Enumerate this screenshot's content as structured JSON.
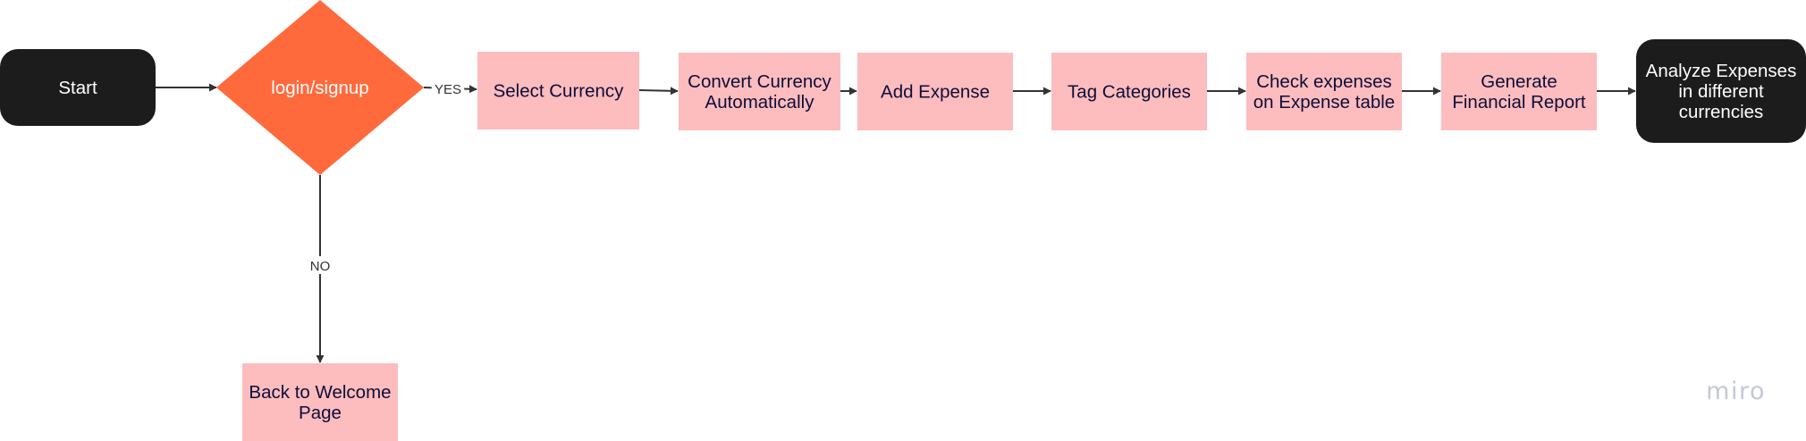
{
  "colors": {
    "terminal_fill": "#1c1c1c",
    "terminal_text": "#ffffff",
    "decision_fill": "#ff6a3d",
    "decision_text": "#ffffff",
    "process_fill": "#fdbcbd",
    "process_text": "#0d0d3a",
    "edge": "#333333",
    "watermark": "#c5c8d6"
  },
  "nodes": {
    "start": {
      "lines": [
        "Start"
      ],
      "shape": "terminal"
    },
    "login": {
      "lines": [
        "login/signup"
      ],
      "shape": "decision"
    },
    "select_currency": {
      "lines": [
        "Select Currency"
      ],
      "shape": "process"
    },
    "convert_currency": {
      "lines": [
        "Convert Currency",
        "Automatically"
      ],
      "shape": "process"
    },
    "add_expense": {
      "lines": [
        "Add Expense"
      ],
      "shape": "process"
    },
    "tag_categories": {
      "lines": [
        "Tag Categories"
      ],
      "shape": "process"
    },
    "check_expenses": {
      "lines": [
        "Check expenses",
        "on Expense table"
      ],
      "shape": "process"
    },
    "generate_report": {
      "lines": [
        "Generate",
        "Financial Report"
      ],
      "shape": "process"
    },
    "analyze_expenses": {
      "lines": [
        "Analyze Expenses",
        "in different",
        "currencies"
      ],
      "shape": "terminal"
    },
    "back_to_welcome": {
      "lines": [
        "Back to Welcome",
        "Page"
      ],
      "shape": "process"
    }
  },
  "edges": [
    {
      "from": "start",
      "to": "login",
      "label": ""
    },
    {
      "from": "login",
      "to": "select_currency",
      "label": "YES"
    },
    {
      "from": "select_currency",
      "to": "convert_currency",
      "label": ""
    },
    {
      "from": "convert_currency",
      "to": "add_expense",
      "label": ""
    },
    {
      "from": "add_expense",
      "to": "tag_categories",
      "label": ""
    },
    {
      "from": "tag_categories",
      "to": "check_expenses",
      "label": ""
    },
    {
      "from": "check_expenses",
      "to": "generate_report",
      "label": ""
    },
    {
      "from": "generate_report",
      "to": "analyze_expenses",
      "label": ""
    },
    {
      "from": "login",
      "to": "back_to_welcome",
      "label": "NO"
    }
  ],
  "watermark": {
    "text": "miro"
  }
}
